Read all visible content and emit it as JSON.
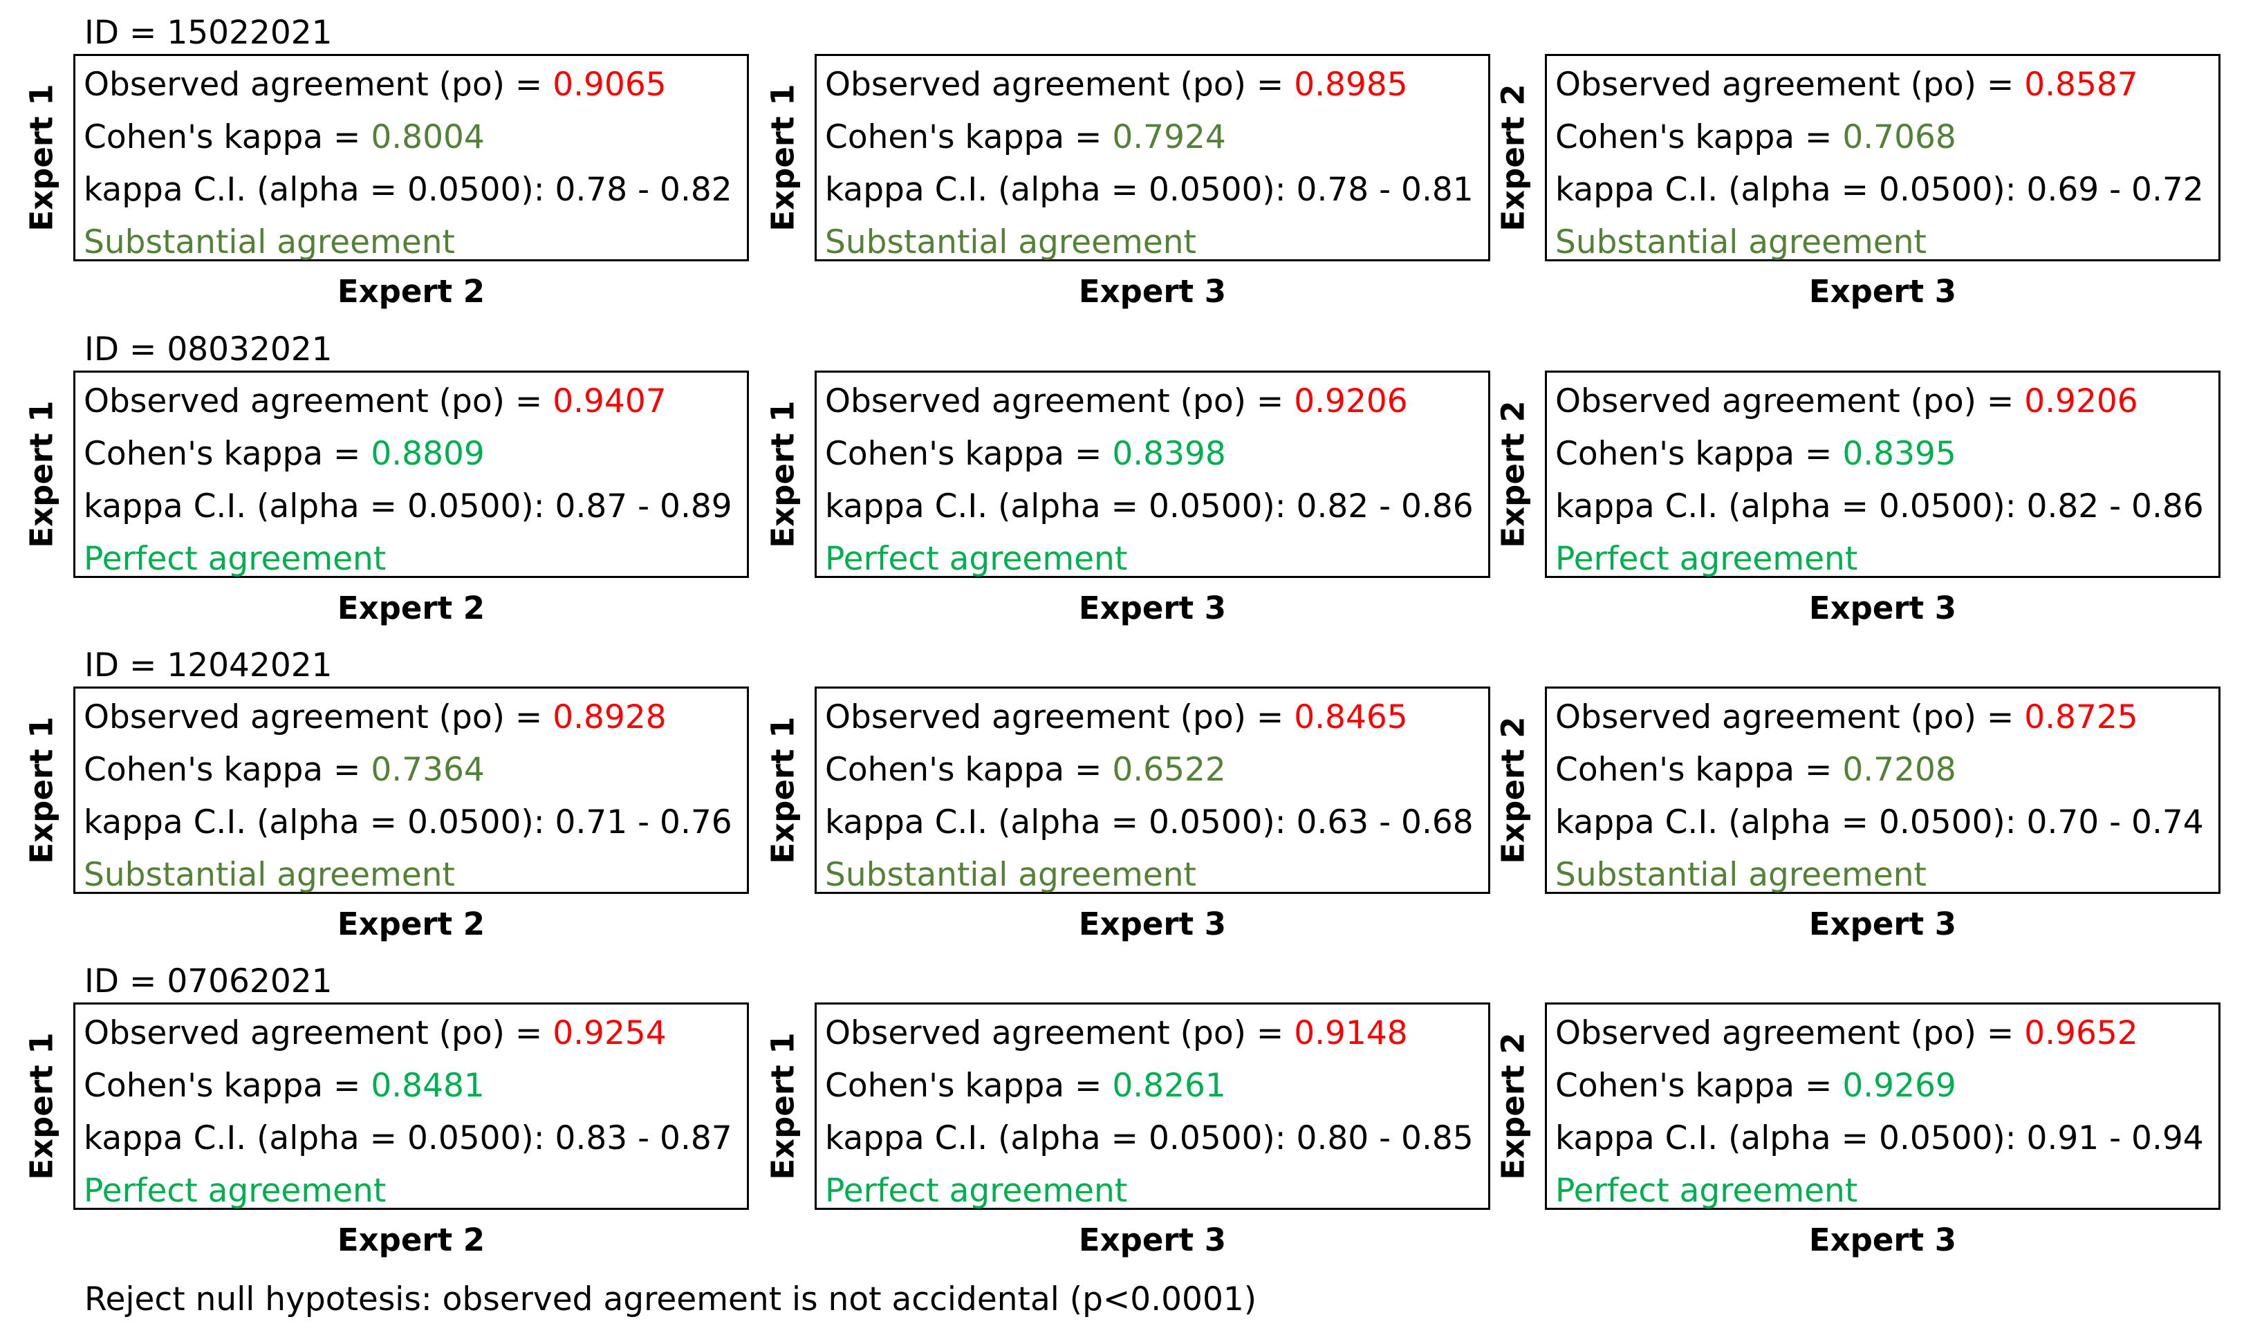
{
  "colors": {
    "po": "#ff0000",
    "substantial": "#538135",
    "perfect": "#00b050",
    "text": "#000000",
    "border": "#000000"
  },
  "label_texts": {
    "po": "Observed agreement (po) = ",
    "kappa": "Cohen's kappa = ",
    "ci": "kappa C.I. (alpha = 0.0500): "
  },
  "groups": [
    {
      "id_label": "ID = 15022021",
      "panels": [
        {
          "row_label": "Expert 1",
          "col_label": "Expert 2",
          "po": "0.9065",
          "kappa": "0.8004",
          "ci": "0.78 - 0.82",
          "verdict": "Substantial agreement",
          "level": "substantial"
        },
        {
          "row_label": "Expert 1",
          "col_label": "Expert 3",
          "po": "0.8985",
          "kappa": "0.7924",
          "ci": "0.78 - 0.81",
          "verdict": "Substantial agreement",
          "level": "substantial"
        },
        {
          "row_label": "Expert 2",
          "col_label": "Expert 3",
          "po": "0.8587",
          "kappa": "0.7068",
          "ci": "0.69 - 0.72",
          "verdict": "Substantial agreement",
          "level": "substantial"
        }
      ]
    },
    {
      "id_label": "ID = 08032021",
      "panels": [
        {
          "row_label": "Expert 1",
          "col_label": "Expert 2",
          "po": "0.9407",
          "kappa": "0.8809",
          "ci": "0.87 - 0.89",
          "verdict": "Perfect agreement",
          "level": "perfect"
        },
        {
          "row_label": "Expert 1",
          "col_label": "Expert 3",
          "po": "0.9206",
          "kappa": "0.8398",
          "ci": "0.82 - 0.86",
          "verdict": "Perfect agreement",
          "level": "perfect"
        },
        {
          "row_label": "Expert 2",
          "col_label": "Expert 3",
          "po": "0.9206",
          "kappa": "0.8395",
          "ci": "0.82 - 0.86",
          "verdict": "Perfect agreement",
          "level": "perfect"
        }
      ]
    },
    {
      "id_label": "ID = 12042021",
      "panels": [
        {
          "row_label": "Expert 1",
          "col_label": "Expert 2",
          "po": "0.8928",
          "kappa": "0.7364",
          "ci": "0.71 - 0.76",
          "verdict": "Substantial agreement",
          "level": "substantial"
        },
        {
          "row_label": "Expert 1",
          "col_label": "Expert 3",
          "po": "0.8465",
          "kappa": "0.6522",
          "ci": "0.63 - 0.68",
          "verdict": "Substantial agreement",
          "level": "substantial"
        },
        {
          "row_label": "Expert 2",
          "col_label": "Expert 3",
          "po": "0.8725",
          "kappa": "0.7208",
          "ci": "0.70 - 0.74",
          "verdict": "Substantial agreement",
          "level": "substantial"
        }
      ]
    },
    {
      "id_label": "ID = 07062021",
      "panels": [
        {
          "row_label": "Expert 1",
          "col_label": "Expert 2",
          "po": "0.9254",
          "kappa": "0.8481",
          "ci": "0.83 - 0.87",
          "verdict": "Perfect agreement",
          "level": "perfect"
        },
        {
          "row_label": "Expert 1",
          "col_label": "Expert 3",
          "po": "0.9148",
          "kappa": "0.8261",
          "ci": "0.80 - 0.85",
          "verdict": "Perfect agreement",
          "level": "perfect"
        },
        {
          "row_label": "Expert 2",
          "col_label": "Expert 3",
          "po": "0.9652",
          "kappa": "0.9269",
          "ci": "0.91 - 0.94",
          "verdict": "Perfect agreement",
          "level": "perfect"
        }
      ]
    }
  ],
  "footer": "Reject null hypotesis: observed agreement is not accidental (p<0.0001)"
}
